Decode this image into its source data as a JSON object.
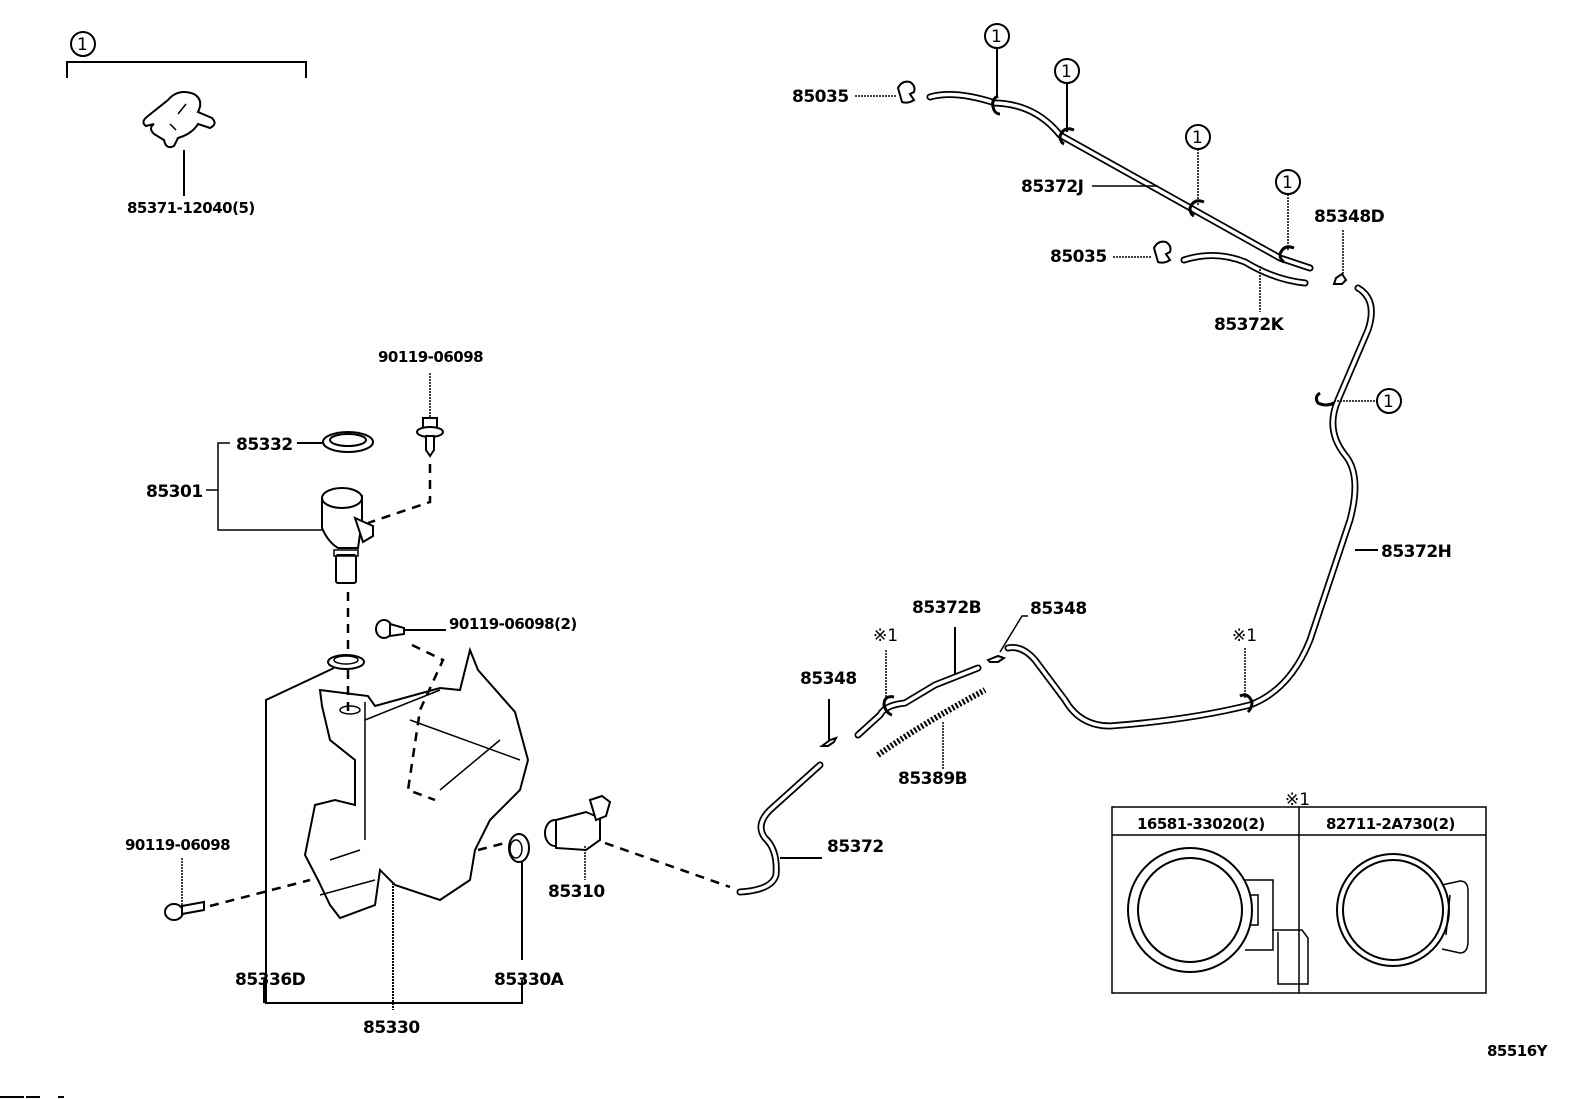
{
  "diagram": {
    "title_code": "85516Y",
    "clip_ref_symbol": "①",
    "clip_ref_number": "1",
    "note_symbol": "※1",
    "group_1": {
      "ref": "1",
      "part": "85371-12040(5)"
    },
    "labels": {
      "nozzle_upper": "85035",
      "nozzle_lower": "85035",
      "hose_j": "85372J",
      "hose_k": "85372K",
      "joint_d": "85348D",
      "hose_h": "85372H",
      "hose_b": "85372B",
      "joint_upper": "85348",
      "joint_lower": "85348",
      "protector": "85389B",
      "hose_main": "85372",
      "pump": "85310",
      "bolt_top": "90119-06098",
      "bolt_bracket": "90119-06098(2)",
      "bolt_side": "90119-06098",
      "cap": "85332",
      "inlet_assy": "85301",
      "grommet_inlet": "85336D",
      "grommet_pump": "85330A",
      "tank": "85330"
    },
    "clip_table": {
      "title": "※1",
      "columns": [
        "16581-33020(2)",
        "82711-2A730(2)"
      ]
    }
  }
}
